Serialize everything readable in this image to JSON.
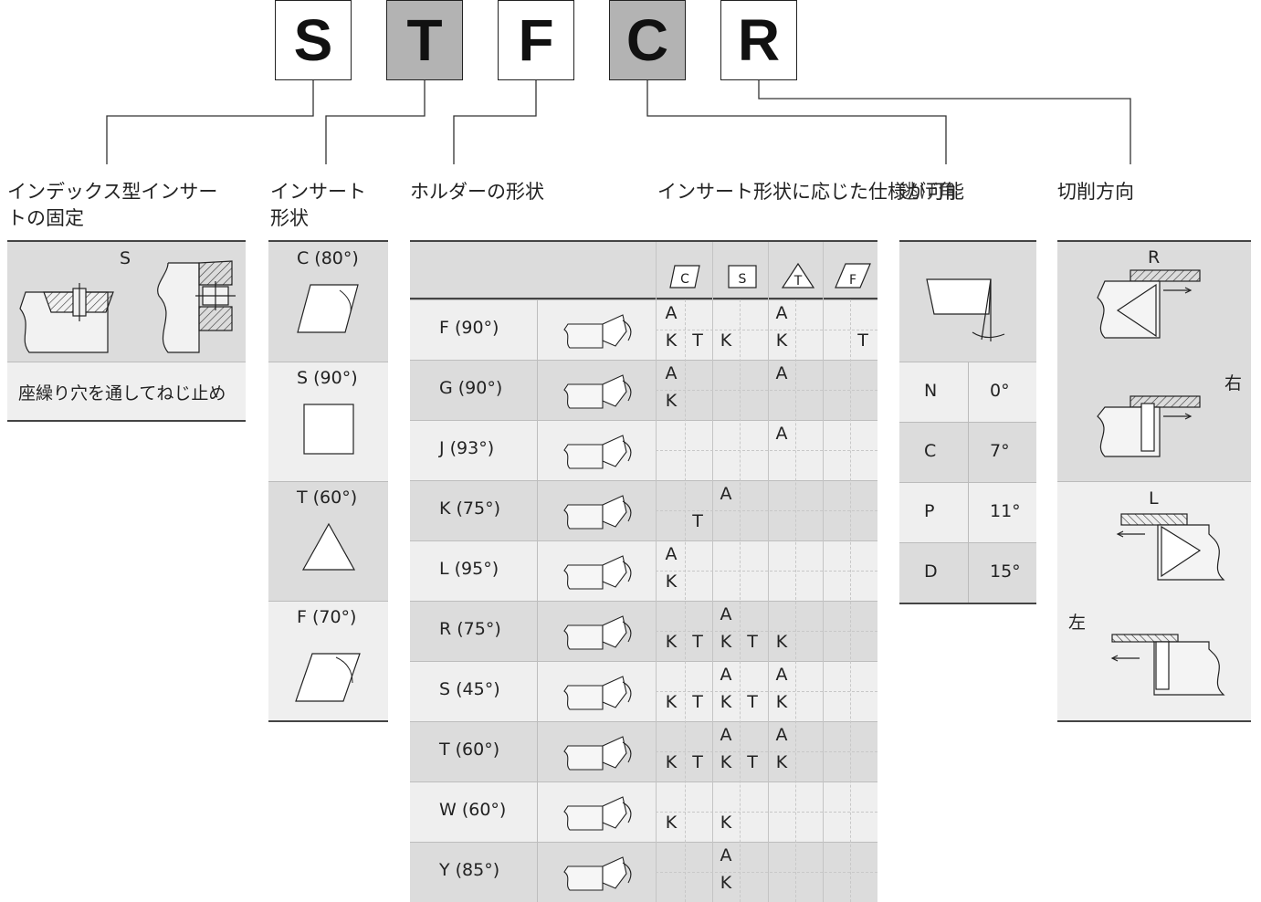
{
  "code_letters": [
    {
      "letter": "S",
      "shaded": false
    },
    {
      "letter": "T",
      "shaded": true
    },
    {
      "letter": "F",
      "shaded": false
    },
    {
      "letter": "C",
      "shaded": true
    },
    {
      "letter": "R",
      "shaded": false
    }
  ],
  "sections": {
    "clamping": {
      "title_line1": "インデックス型インサー",
      "title_line2": "トの固定",
      "system_label": "S",
      "description": "座繰り穴を通してねじ止め"
    },
    "insert_shape": {
      "title_line1": "インサート",
      "title_line2": "形状",
      "items": [
        {
          "label": "C (80°)",
          "shape": "rhombus-80"
        },
        {
          "label": "S (90°)",
          "shape": "square"
        },
        {
          "label": "T (60°)",
          "shape": "triangle"
        },
        {
          "label": "F (70°)",
          "shape": "rhombus-70"
        }
      ]
    },
    "holder_style": {
      "title": "ホルダーの形状",
      "column_icons": [
        {
          "letter": "C",
          "shape": "parallelogram"
        },
        {
          "letter": "S",
          "shape": "square"
        },
        {
          "letter": "T",
          "shape": "triangle"
        },
        {
          "letter": "F",
          "shape": "parallelogram"
        }
      ],
      "rows": [
        {
          "label": "F (90°)",
          "shaded": false,
          "c": {
            "top": [
              "A",
              ""
            ],
            "bottom": [
              "K",
              "T"
            ]
          },
          "s": {
            "top": [
              "",
              ""
            ],
            "bottom": [
              "K",
              ""
            ]
          },
          "t": {
            "top": [
              "A",
              ""
            ],
            "bottom": [
              "K",
              ""
            ]
          },
          "f": {
            "top": [
              "",
              ""
            ],
            "bottom": [
              "",
              "T"
            ]
          }
        },
        {
          "label": "G (90°)",
          "shaded": true,
          "c": {
            "top": [
              "A",
              ""
            ],
            "bottom": [
              "K",
              ""
            ]
          },
          "s": {
            "top": [
              "",
              ""
            ],
            "bottom": [
              "",
              ""
            ]
          },
          "t": {
            "top": [
              "A",
              ""
            ],
            "bottom": [
              "",
              ""
            ]
          },
          "f": {
            "top": [
              "",
              ""
            ],
            "bottom": [
              "",
              ""
            ]
          }
        },
        {
          "label": "J (93°)",
          "shaded": false,
          "c": {
            "top": [
              "",
              ""
            ],
            "bottom": [
              "",
              ""
            ]
          },
          "s": {
            "top": [
              "",
              ""
            ],
            "bottom": [
              "",
              ""
            ]
          },
          "t": {
            "top": [
              "A",
              ""
            ],
            "bottom": [
              "",
              ""
            ]
          },
          "f": {
            "top": [
              "",
              ""
            ],
            "bottom": [
              "",
              ""
            ]
          }
        },
        {
          "label": "K (75°)",
          "shaded": true,
          "c": {
            "top": [
              "",
              ""
            ],
            "bottom": [
              "",
              "T"
            ]
          },
          "s": {
            "top": [
              "A",
              ""
            ],
            "bottom": [
              "",
              ""
            ]
          },
          "t": {
            "top": [
              "",
              ""
            ],
            "bottom": [
              "",
              ""
            ]
          },
          "f": {
            "top": [
              "",
              ""
            ],
            "bottom": [
              "",
              ""
            ]
          }
        },
        {
          "label": "L (95°)",
          "shaded": false,
          "c": {
            "top": [
              "A",
              ""
            ],
            "bottom": [
              "K",
              ""
            ]
          },
          "s": {
            "top": [
              "",
              ""
            ],
            "bottom": [
              "",
              ""
            ]
          },
          "t": {
            "top": [
              "",
              ""
            ],
            "bottom": [
              "",
              ""
            ]
          },
          "f": {
            "top": [
              "",
              ""
            ],
            "bottom": [
              "",
              ""
            ]
          }
        },
        {
          "label": "R (75°)",
          "shaded": true,
          "c": {
            "top": [
              "",
              ""
            ],
            "bottom": [
              "K",
              "T"
            ]
          },
          "s": {
            "top": [
              "A",
              ""
            ],
            "bottom": [
              "K",
              "T"
            ]
          },
          "t": {
            "top": [
              "",
              ""
            ],
            "bottom": [
              "K",
              ""
            ]
          },
          "f": {
            "top": [
              "",
              ""
            ],
            "bottom": [
              "",
              ""
            ]
          }
        },
        {
          "label": "S (45°)",
          "shaded": false,
          "c": {
            "top": [
              "",
              ""
            ],
            "bottom": [
              "K",
              "T"
            ]
          },
          "s": {
            "top": [
              "A",
              ""
            ],
            "bottom": [
              "K",
              "T"
            ]
          },
          "t": {
            "top": [
              "A",
              ""
            ],
            "bottom": [
              "K",
              ""
            ]
          },
          "f": {
            "top": [
              "",
              ""
            ],
            "bottom": [
              "",
              ""
            ]
          }
        },
        {
          "label": "T (60°)",
          "shaded": true,
          "c": {
            "top": [
              "",
              ""
            ],
            "bottom": [
              "K",
              "T"
            ]
          },
          "s": {
            "top": [
              "A",
              ""
            ],
            "bottom": [
              "K",
              "T"
            ]
          },
          "t": {
            "top": [
              "A",
              ""
            ],
            "bottom": [
              "K",
              ""
            ]
          },
          "f": {
            "top": [
              "",
              ""
            ],
            "bottom": [
              "",
              ""
            ]
          }
        },
        {
          "label": "W (60°)",
          "shaded": false,
          "c": {
            "top": [
              "",
              ""
            ],
            "bottom": [
              "K",
              ""
            ]
          },
          "s": {
            "top": [
              "",
              ""
            ],
            "bottom": [
              "K",
              ""
            ]
          },
          "t": {
            "top": [
              "",
              ""
            ],
            "bottom": [
              "",
              ""
            ]
          },
          "f": {
            "top": [
              "",
              ""
            ],
            "bottom": [
              "",
              ""
            ]
          }
        },
        {
          "label": "Y (85°)",
          "shaded": true,
          "c": {
            "top": [
              "",
              ""
            ],
            "bottom": [
              "",
              ""
            ]
          },
          "s": {
            "top": [
              "A",
              ""
            ],
            "bottom": [
              "K",
              ""
            ]
          },
          "t": {
            "top": [
              "",
              ""
            ],
            "bottom": [
              "",
              ""
            ]
          },
          "f": {
            "top": [
              "",
              ""
            ],
            "bottom": [
              "",
              ""
            ]
          }
        }
      ]
    },
    "clearance": {
      "title": "インサート形状に応じた仕様が可能",
      "title_overlap": "逃げ角",
      "rows": [
        {
          "code": "N",
          "angle": "0°"
        },
        {
          "code": "C",
          "angle": "7°"
        },
        {
          "code": "P",
          "angle": "11°"
        },
        {
          "code": "D",
          "angle": "15°"
        }
      ]
    },
    "hand": {
      "title": "切削方向",
      "right_code": "R",
      "right_label": "右",
      "left_code": "L",
      "left_label": "左"
    }
  }
}
